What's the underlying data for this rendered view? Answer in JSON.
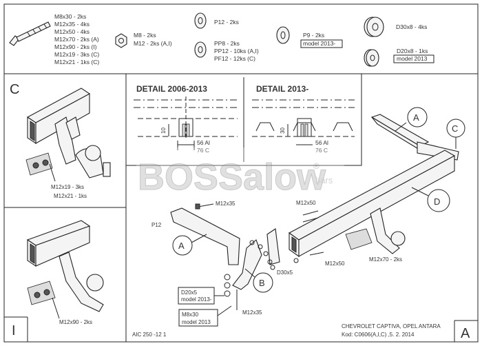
{
  "hardware": {
    "bolts": [
      "M8x30 - 2ks",
      "M12x35 - 4ks",
      "M12x50 - 4ks",
      "M12x70 - 2ks (A)",
      "M12x90 - 2ks (I)",
      "M12x19 - 3ks (C)",
      "M12x21 - 1ks (C)"
    ],
    "nuts": [
      "M8 - 2ks",
      "M12 - 2ks (A,I)"
    ],
    "washer_p12": "P12 - 2ks",
    "spring_washers": [
      "PP8 - 2ks",
      "PP12 - 10ks (A,I)",
      "PF12 - 12ks (C)"
    ],
    "p9": [
      "P9 - 2ks",
      "model 2013-"
    ],
    "d30": "D30x8 - 4ks",
    "d20": [
      "D20x8 - 1ks",
      "model 2013"
    ]
  },
  "detail_left": {
    "title": "DETAIL 2006-2013",
    "dim_height": "10",
    "dim_width": "56 Al",
    "dim_width2": "76 C"
  },
  "detail_right": {
    "title": "DETAIL 2013-",
    "dim_height": "30",
    "dim_width": "56 Al",
    "dim_width2": "76 C"
  },
  "watermark": {
    "brand": "BOSSalow",
    "sup": "®",
    "sub": "bars"
  },
  "panels": {
    "c_letter": "C",
    "c_bolts": [
      "M12x19 - 3ks",
      "M12x21 - 1ks"
    ],
    "i_letter": "I",
    "i_bolt": "M12x90 - 2ks"
  },
  "main": {
    "letters": [
      "A",
      "C",
      "D",
      "A",
      "B"
    ],
    "labels": {
      "m12x35": "M12x35",
      "m12x50": "M12x50",
      "p12": "P12",
      "m12x50b": "M12x50",
      "m12x70": "M12x70 - 2ks",
      "d30": "D30x5",
      "m12x35b": "M12x35"
    },
    "box1": [
      "D20x5",
      "model 2013-"
    ],
    "box2": [
      "M8x30",
      "model 2013"
    ]
  },
  "footer": {
    "code": "AIC 250 -12 1",
    "vehicle": "CHEVROLET CAPTIVA, OPEL ANTARA",
    "kod": "Kod: C0606(A,I,C) ,5. 2. 2014",
    "sheet_letter": "A"
  }
}
